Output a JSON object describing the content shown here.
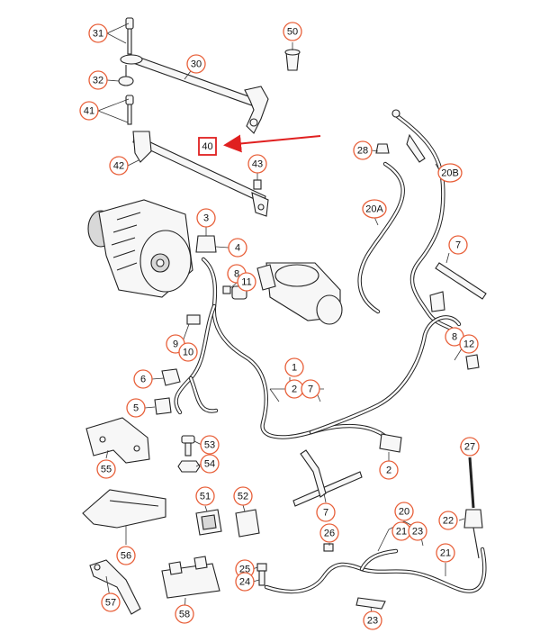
{
  "colors": {
    "callout_border": "#e8603a",
    "highlight": "#e02020",
    "line": "#222222",
    "background": "#ffffff"
  },
  "callouts": [
    {
      "id": "c31",
      "label": "31"
    },
    {
      "id": "c32",
      "label": "32"
    },
    {
      "id": "c30",
      "label": "30"
    },
    {
      "id": "c50",
      "label": "50"
    },
    {
      "id": "c41",
      "label": "41"
    },
    {
      "id": "c42",
      "label": "42"
    },
    {
      "id": "c43",
      "label": "43"
    },
    {
      "id": "c28",
      "label": "28"
    },
    {
      "id": "c20b",
      "label": "20B"
    },
    {
      "id": "c20a",
      "label": "20A"
    },
    {
      "id": "c3",
      "label": "3"
    },
    {
      "id": "c4",
      "label": "4"
    },
    {
      "id": "c8a",
      "label": "8"
    },
    {
      "id": "c11",
      "label": "11"
    },
    {
      "id": "c7a",
      "label": "7"
    },
    {
      "id": "c9",
      "label": "9"
    },
    {
      "id": "c10",
      "label": "10"
    },
    {
      "id": "c8b",
      "label": "8"
    },
    {
      "id": "c12",
      "label": "12"
    },
    {
      "id": "c6",
      "label": "6"
    },
    {
      "id": "c1",
      "label": "1"
    },
    {
      "id": "c2a",
      "label": "2"
    },
    {
      "id": "c7b",
      "label": "7"
    },
    {
      "id": "c5",
      "label": "5"
    },
    {
      "id": "c53",
      "label": "53"
    },
    {
      "id": "c54",
      "label": "54"
    },
    {
      "id": "c55",
      "label": "55"
    },
    {
      "id": "c2b",
      "label": "2"
    },
    {
      "id": "c27",
      "label": "27"
    },
    {
      "id": "c7c",
      "label": "7"
    },
    {
      "id": "c51",
      "label": "51"
    },
    {
      "id": "c52",
      "label": "52"
    },
    {
      "id": "c56",
      "label": "56"
    },
    {
      "id": "c20",
      "label": "20"
    },
    {
      "id": "c21a",
      "label": "21"
    },
    {
      "id": "c23a",
      "label": "23"
    },
    {
      "id": "c22",
      "label": "22"
    },
    {
      "id": "c26",
      "label": "26"
    },
    {
      "id": "c21b",
      "label": "21"
    },
    {
      "id": "c25",
      "label": "25"
    },
    {
      "id": "c24",
      "label": "24"
    },
    {
      "id": "c57",
      "label": "57"
    },
    {
      "id": "c58",
      "label": "58"
    },
    {
      "id": "c23b",
      "label": "23"
    }
  ],
  "highlighted_callout": {
    "label": "40"
  }
}
